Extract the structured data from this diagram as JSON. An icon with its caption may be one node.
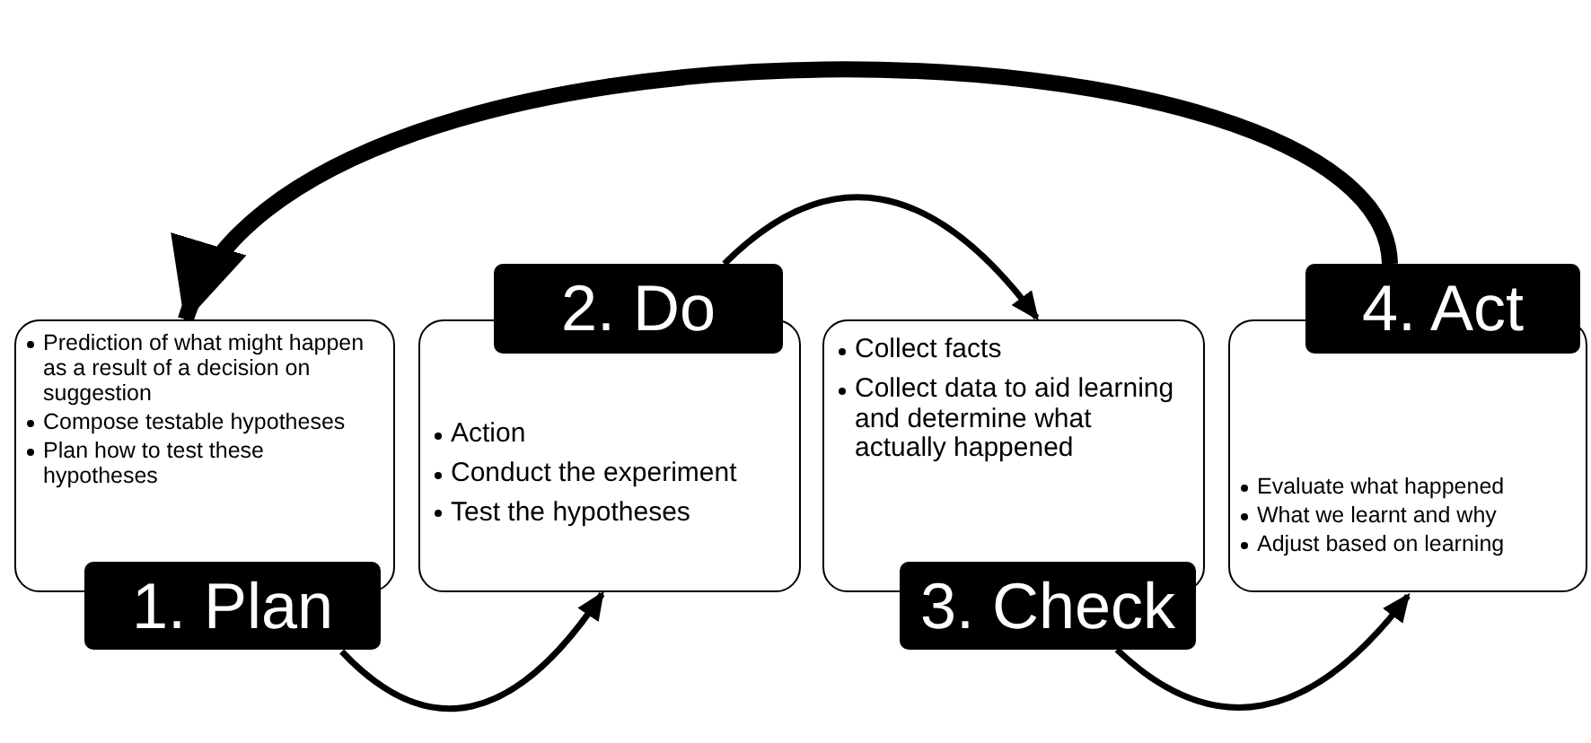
{
  "diagram": {
    "nodes": [
      {
        "text": [
          "Prediction of what might happen as a result of a decision on suggestion",
          "Compose testable hypotheses",
          "Plan how to test these hypotheses",
          "1. Plan"
        ]
      },
      {
        "text": [
          "2. Do",
          "Action",
          "Conduct the experiment",
          "Test the hypotheses"
        ]
      },
      {
        "text": [
          "Collect facts",
          "Collect data to aid learning and determine what actually happened",
          "3. Check"
        ]
      },
      {
        "text": [
          "4. Act",
          "Evaluate what happened",
          "What we learnt and why",
          "Adjust based on learning"
        ]
      }
    ],
    "edges": [
      {
        "from": 0,
        "to": 1,
        "arrow": "to"
      },
      {
        "from": 1,
        "to": 2,
        "arrow": "to"
      },
      {
        "from": 2,
        "to": 3,
        "arrow": "to"
      },
      {
        "from": 3,
        "to": 0,
        "arrow": "to",
        "style": "thick"
      }
    ]
  }
}
